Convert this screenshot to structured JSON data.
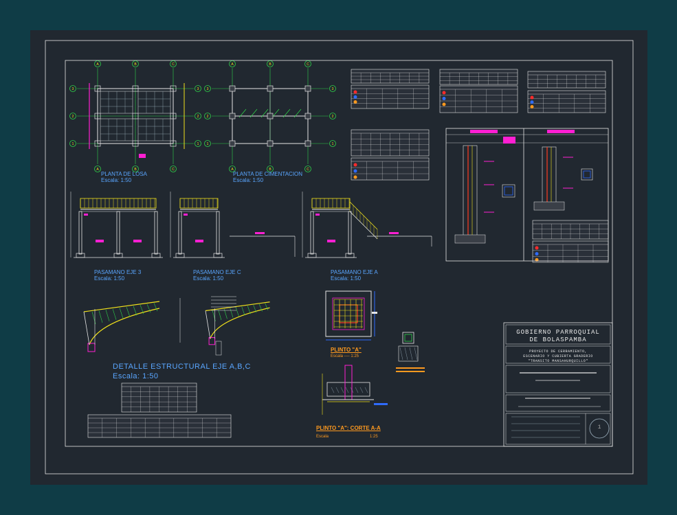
{
  "drawings": {
    "planta_losa": {
      "title": "PLANTA DE LOSA",
      "scale": "Escala: 1:50"
    },
    "planta_cimentacion": {
      "title": "PLANTA DE CIMENTACION",
      "scale": "Escala: 1:50"
    },
    "pasamano_3": {
      "title": "PASAMANO EJE 3",
      "scale": "Escala: 1:50"
    },
    "pasamano_c": {
      "title": "PASAMANO EJE C",
      "scale": "Escala: 1:50"
    },
    "pasamano_a": {
      "title": "PASAMANO EJE A",
      "scale": "Escala: 1:50"
    },
    "detalle": {
      "title": "DETALLE ESTRUCTURAL EJE  A,B,C",
      "scale": "Escala: 1:50"
    },
    "plinto": {
      "title": "PLINTO \"A\"",
      "scale": "Escala ---- 1:25"
    },
    "plinto_corte": {
      "title": "PLINTO \"A\": CORTE A-A",
      "scale_left": "Escala",
      "scale_right": "1:25"
    }
  },
  "axes": {
    "letters": [
      "A",
      "B",
      "C"
    ],
    "numbers": [
      "1",
      "2",
      "3"
    ]
  },
  "title_block": {
    "owner_line1": "GOBIERNO PARROQUIAL",
    "owner_line2": "DE BOLASPAMBA",
    "project_line1": "PROYECTO DE CERRAMIENTO,",
    "project_line2": "ESCENARIO Y CUBIERTA GRADERIO",
    "project_line3": "\"TRANSITO MANSAHURQUILLO\"",
    "sheet_number": "1"
  },
  "colors": {
    "background": "#0f3c46",
    "sheet": "#212830",
    "line": "#e6e6e6",
    "accent_yellow": "#f2e21b",
    "accent_magenta": "#ff1fd2",
    "accent_green": "#2fd24a",
    "label_blue": "#5aa6ff",
    "label_orange": "#ff9a1f"
  }
}
